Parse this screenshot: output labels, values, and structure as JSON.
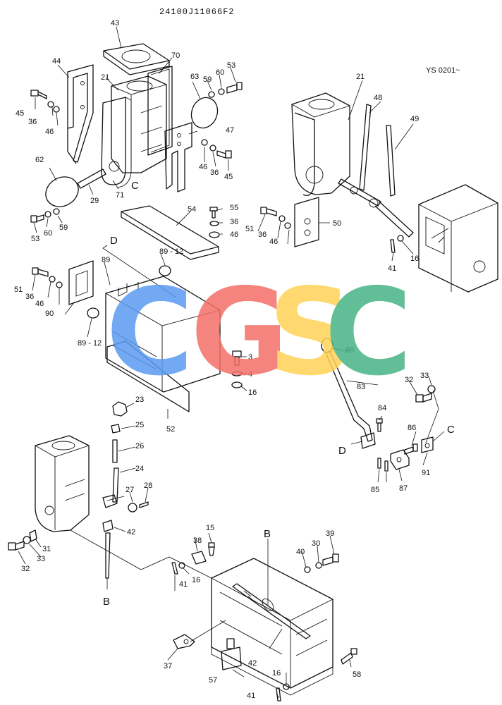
{
  "diagram_code": "24100J11066F2",
  "serial_note": "YS 0201~",
  "watermark": {
    "letters": [
      "C",
      "G",
      "S",
      "C"
    ],
    "colors": [
      "#5b9bf0",
      "#f36f67",
      "#ffd257",
      "#47b384"
    ]
  },
  "refs": {
    "C": "C",
    "D": "D",
    "B": "B"
  },
  "labels": {
    "l43": "43",
    "l44": "44",
    "l70": "70",
    "l21a": "21",
    "l63": "63",
    "l59a": "59",
    "l60a": "60",
    "l53a": "53",
    "l45a": "45",
    "l36a": "36",
    "l46a": "46",
    "l71": "71",
    "l47": "47",
    "l46b": "46",
    "l36b": "36",
    "l45b": "45",
    "l62": "62",
    "l29": "29",
    "l53b": "53",
    "l60b": "60",
    "l59b": "59",
    "l54": "54",
    "l55": "55",
    "l36c": "36",
    "l46c": "46",
    "l89_12a": "89 - 12",
    "l89": "89",
    "l51a": "51",
    "l36d": "36",
    "l46d": "46",
    "l90": "90",
    "l89_12b": "89 - 12",
    "l3": "3",
    "l4": "4",
    "l16a": "16",
    "l52": "52",
    "l21b": "21",
    "l48": "48",
    "l49": "49",
    "l51b": "51",
    "l36e": "36",
    "l46e": "46",
    "l50": "50",
    "l41a": "41",
    "l16b": "16",
    "l88": "88",
    "l83": "83",
    "l32a": "32",
    "l33a": "33",
    "l84": "84",
    "l86": "86",
    "l85": "85",
    "l87": "87",
    "l91": "91",
    "l23": "23",
    "l25": "25",
    "l26": "26",
    "l24": "24",
    "l27": "27",
    "l28": "28",
    "l42a": "42",
    "l31": "31",
    "l32b": "32",
    "l33b": "33",
    "l15": "15",
    "l38": "38",
    "l40": "40",
    "l30": "30",
    "l39": "39",
    "l41b": "41",
    "l16c": "16",
    "l37": "37",
    "l57": "57",
    "l42b": "42",
    "l58": "58",
    "l16d": "16",
    "l41c": "41"
  }
}
